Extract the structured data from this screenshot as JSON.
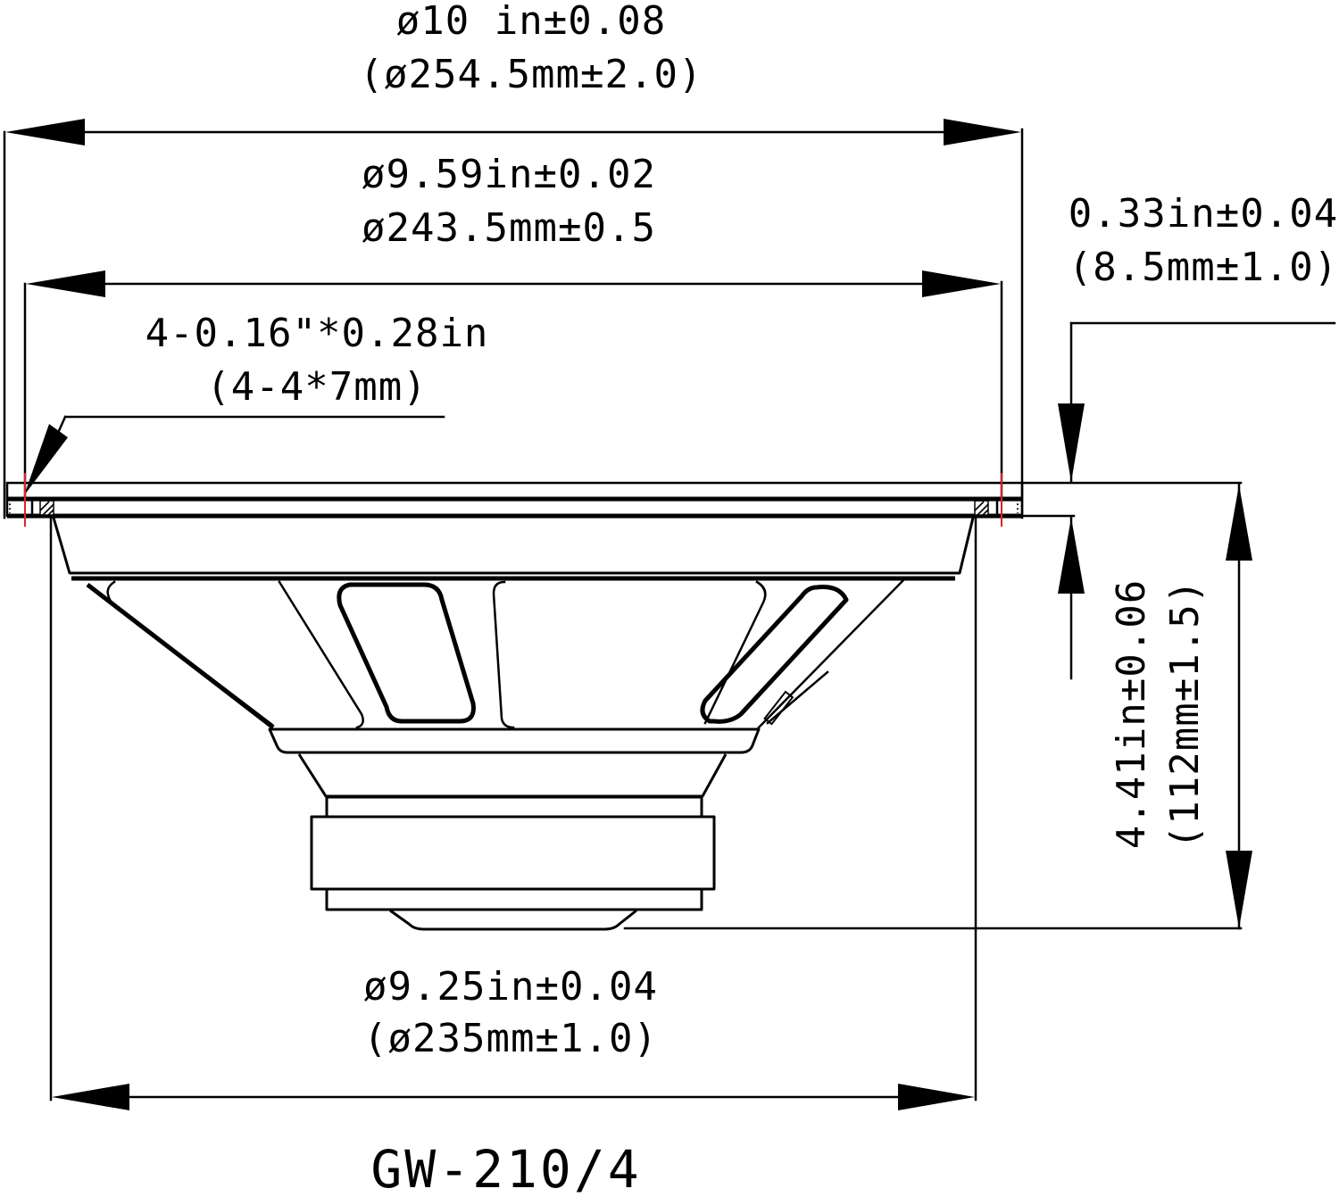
{
  "drawing": {
    "model": "GW-210/4",
    "colors": {
      "line": "#000000",
      "center_mark": "#e0202a",
      "background": "#ffffff"
    },
    "dimensions": {
      "overall_diameter": {
        "line1": "ø10 in±0.08",
        "line2": "(ø254.5mm±2.0)"
      },
      "mounting_hole_circle": {
        "line1": "ø9.59in±0.02",
        "line2": "ø243.5mm±0.5"
      },
      "flange_thickness": {
        "line1": "0.33in±0.04",
        "line2": "(8.5mm±1.0)"
      },
      "mounting_slots": {
        "line1": "4-0.16\"*0.28in",
        "line2": "(4-4*7mm)"
      },
      "mounting_depth": {
        "line1": "4.41in±0.06",
        "line2": "(112mm±1.5)"
      },
      "cutout_diameter": {
        "line1": "ø9.25in±0.04",
        "line2": "(ø235mm±1.0)"
      }
    }
  }
}
